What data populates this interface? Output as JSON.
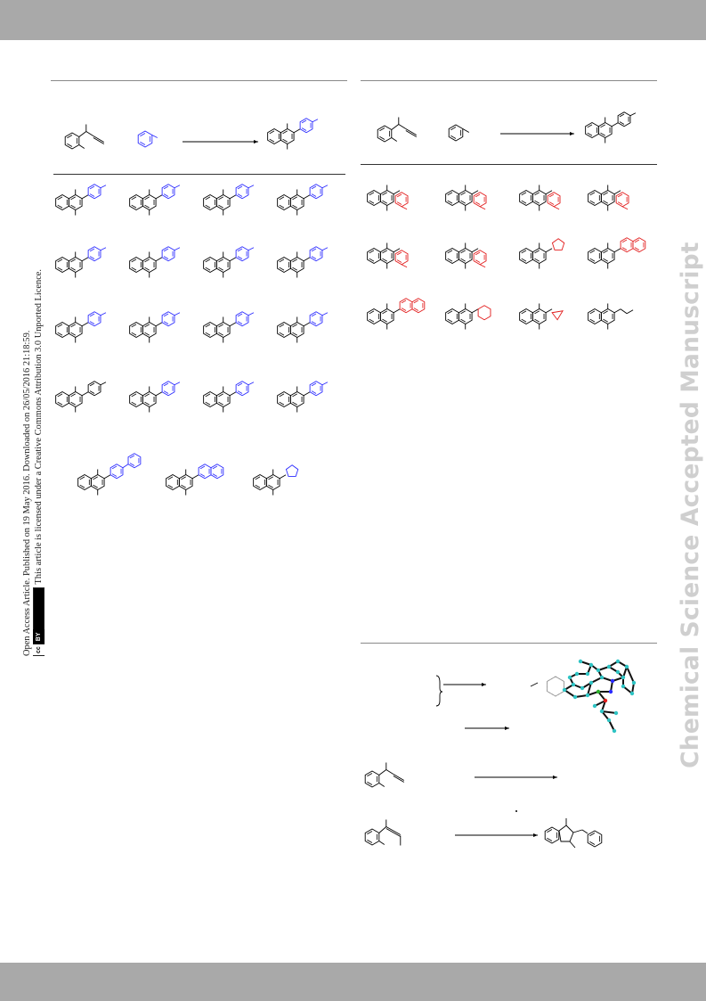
{
  "side_note": {
    "line1": "Open Access Article. Published on 19 May 2016. Downloaded on 26/05/2016 21:18:59.",
    "line2": "This article is licensed under a Creative Commons Attribution 3.0 Unported Licence.",
    "badge_cc": "cc",
    "badge_by": "BY"
  },
  "watermark": "Chemical Science Accepted Manuscript",
  "colors": {
    "blue": "#2b2bff",
    "red": "#e21b1b",
    "black": "#000000",
    "bar": "#a9a9a9"
  },
  "left_scheme": {
    "reactant": "alkyne-aryl-substrate-icon",
    "reagent": "pyridine-reagent-icon",
    "product": "naphthyl-pyridine-product-icon",
    "rows": [
      [
        "blue",
        "blue",
        "blue",
        "blue"
      ],
      [
        "blue",
        "blue",
        "blue",
        "blue"
      ],
      [
        "blue",
        "blue",
        "blue",
        "blue"
      ],
      [
        "black",
        "blue",
        "blue",
        "blue"
      ],
      [
        "blue",
        "blue",
        "blue"
      ]
    ]
  },
  "right_scheme": {
    "reactant": "alkyne-aryl-substrate-icon",
    "reagent": "benzene-reagent-icon",
    "product": "naphthyl-phenyl-product-icon",
    "rows": [
      [
        "red",
        "red",
        "red",
        "red"
      ],
      [
        "red",
        "red",
        "red",
        "red"
      ],
      [
        "red",
        "red",
        "red",
        "black"
      ]
    ]
  },
  "bottom_scheme": {
    "crystal_structure": "x-ray-crystal-structure-icon",
    "product": "indene-product-icon"
  }
}
